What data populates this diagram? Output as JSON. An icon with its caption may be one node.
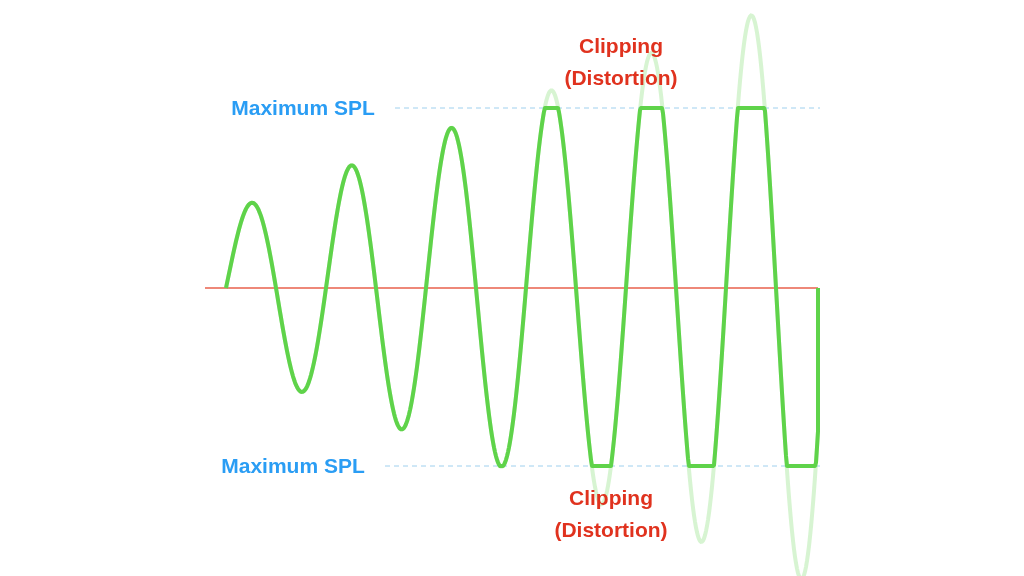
{
  "diagram": {
    "labels": [
      "Clipping (Distortion)",
      "Maximum SPL",
      "Maximum SPL",
      "Clipping (Distortion)"
    ]
  }
}
